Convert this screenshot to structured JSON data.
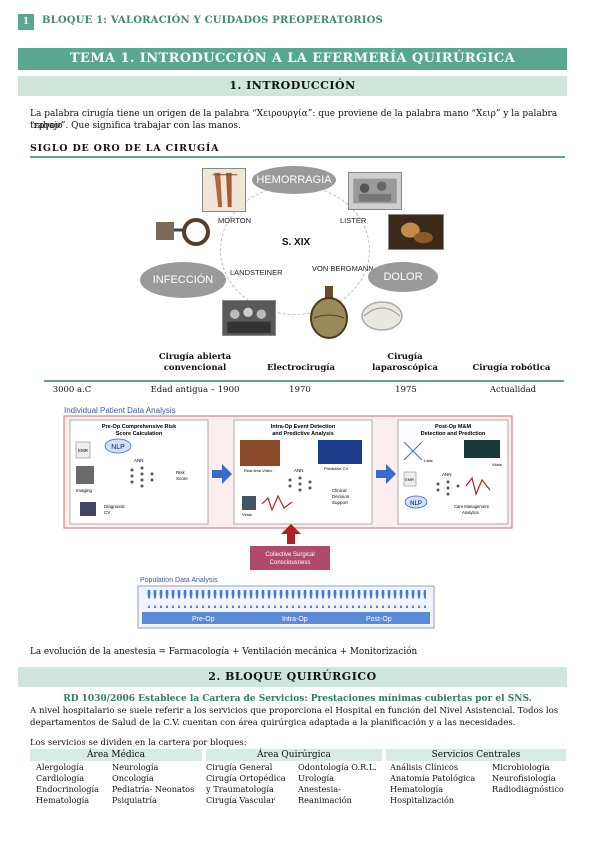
{
  "header": {
    "page_number": "1",
    "title": "BLOQUE 1: VALORACIÓN Y CUIDADOS PREOPERATORIOS"
  },
  "tema_title": "TEMA 1. INTRODUCCIÓN A LA EFERMERÍA QUIRÚRGICA",
  "intro": {
    "heading": "1. INTRODUCCIÓN",
    "paragraph_1": "La palabra cirugía tiene un origen de la palabra “Χειρουργία”: que proviene de la palabra mano “Χειρ” y la palabra trabajo",
    "paragraph_2": "“εργον”. Que significa trabajar con las manos.",
    "siglo_heading": "SIGLO DE ORO DE LA CIRUGÍA"
  },
  "diagram": {
    "center": "S. XIX",
    "bubbles": {
      "hemorragia": "HEMORRAGIA",
      "infeccion": "INFECCIÓN",
      "dolor": "DOLOR"
    },
    "labels": {
      "morton": "MORTON",
      "lister": "LISTER",
      "landsteiner": "LANDSTEINER",
      "von_bergmann": "VON BERGMANN"
    }
  },
  "timeline": {
    "headings": [
      {
        "line1": "Cirugía abierta",
        "line2": "convencional"
      },
      {
        "line1": "Electrocirugía",
        "line2": ""
      },
      {
        "line1": "Cirugía",
        "line2": "laparoscópica"
      },
      {
        "line1": "Cirugía robótica",
        "line2": ""
      }
    ],
    "dates": [
      "3000 a.C",
      "Edad antigua – 1900",
      "1970",
      "1975",
      "Actualidad"
    ]
  },
  "figure": {
    "title": "Individual Patient Data Analysis",
    "panel1": {
      "title1": "Pre-Op Comprehensive Risk",
      "title2": "Score Calculation",
      "emr": "EMR",
      "nlp": "NLP",
      "ann": "ANN",
      "risk1": "Risk",
      "risk2": "Score",
      "imaging": "Imaging",
      "diag1": "Diagnostic",
      "diag2": "CV"
    },
    "panel2": {
      "title1": "Intra-Op Event Detection",
      "title2": "and Predictive Analysis",
      "video": "Real-time Video",
      "pred": "Predictive CV",
      "ann": "ANN",
      "vitals": "Vitals",
      "cds1": "Clinical",
      "cds2": "Decision",
      "cds3": "Support"
    },
    "panel3": {
      "title1": "Post-Op M&M",
      "title2": "Detection and Prediction",
      "labs": "Labs",
      "vitals": "Vitals",
      "emr": "EMR",
      "nlp": "NLP",
      "ann": "ANN",
      "care1": "Care Management",
      "care2": "Analytics"
    },
    "conscious1": "Collective Surgical",
    "conscious2": "Consciousness",
    "population": "Population Data Analysis",
    "phases": [
      "Pre-Op",
      "Intra-Op",
      "Post-Op"
    ]
  },
  "anestesia_line": "La evolución de la anestesia = Farmacología + Ventilación mecánica + Monitorización",
  "bloque": {
    "heading": "2. BLOQUE QUIRÚRGICO",
    "rd": "RD 1030/2006 Establece la Cartera de Servicios: Prestaciones mínimas cubiertas por el SNS.",
    "p1": "A nivel hospitalario se suele referir a los servicios que proporciona el Hospital en función del Nivel Asistencial. Todos los",
    "p2": "departamentos de Salud de la C.V. cuentan con área quirúrgica adaptada a la planificación y a las necesidades.",
    "services_label": "Los servicios se dividen en la cartera por bloques:",
    "columns": [
      {
        "header": "Área Médica",
        "col_a": [
          "Alergología",
          "Cardiología",
          "Endocrinología",
          "Hematología"
        ],
        "col_b": [
          "Neurología",
          "Oncología",
          "Pediatría- Neonatos",
          "Psiquiatría"
        ]
      },
      {
        "header": "Área Quirúrgica",
        "col_a": [
          "Cirugía General",
          "Cirugía Ortopédica",
          "y Traumatología",
          "Cirugía Vascular"
        ],
        "col_b": [
          "Odontología O.R.L.",
          "Urología",
          "Anestesia-",
          "Reanimación"
        ]
      },
      {
        "header": "Servicios Centrales",
        "col_a": [
          "Análisis Clínicos",
          "Anatomía Patológica",
          "Hematología",
          "Hospitalización"
        ],
        "col_b": [
          "Microbiología",
          "Neurofisiología",
          "Radiodiagnóstico",
          ""
        ]
      }
    ]
  },
  "colors": {
    "accent": "#5aa78f",
    "band_light": "#cfe6dc",
    "bubble_gray": "#9a9a9a"
  }
}
